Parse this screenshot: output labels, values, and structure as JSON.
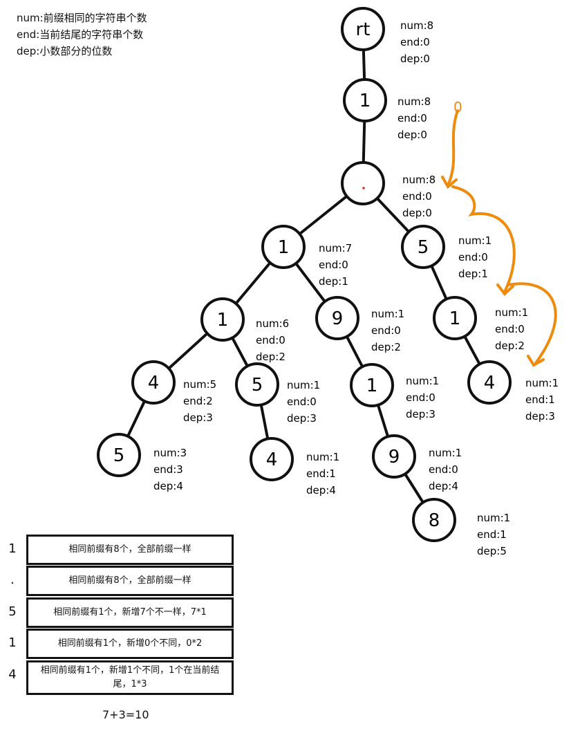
{
  "legend": [
    "num:前缀相同的字符串个数",
    "end:当前结尾的字符串个数",
    "dep:小数部分的位数"
  ],
  "nodes": [
    {
      "id": "rt",
      "label": "rt",
      "info": [
        "num:8",
        "end:0",
        "dep:0"
      ]
    },
    {
      "id": "n1",
      "label": "1",
      "info": [
        "num:8",
        "end:0",
        "dep:0"
      ]
    },
    {
      "id": "dot",
      "label": ".",
      "info": [
        "num:8",
        "end:0",
        "dep:0"
      ]
    },
    {
      "id": "n1b",
      "label": "1",
      "info": [
        "num:7",
        "end:0",
        "dep:1"
      ]
    },
    {
      "id": "n5a",
      "label": "5",
      "info": [
        "num:1",
        "end:0",
        "dep:1"
      ]
    },
    {
      "id": "n1c",
      "label": "1",
      "info": [
        "num:6",
        "end:0",
        "dep:2"
      ]
    },
    {
      "id": "n9a",
      "label": "9",
      "info": [
        "num:1",
        "end:0",
        "dep:2"
      ]
    },
    {
      "id": "n1d",
      "label": "1",
      "info": [
        "num:1",
        "end:0",
        "dep:2"
      ]
    },
    {
      "id": "n4a",
      "label": "4",
      "info": [
        "num:5",
        "end:2",
        "dep:3"
      ]
    },
    {
      "id": "n5b",
      "label": "5",
      "info": [
        "num:1",
        "end:0",
        "dep:3"
      ]
    },
    {
      "id": "n1e",
      "label": "1",
      "info": [
        "num:1",
        "end:0",
        "dep:3"
      ]
    },
    {
      "id": "n4b",
      "label": "4",
      "info": [
        "num:1",
        "end:1",
        "dep:3"
      ]
    },
    {
      "id": "n5c",
      "label": "5",
      "info": [
        "num:3",
        "end:3",
        "dep:4"
      ]
    },
    {
      "id": "n4c",
      "label": "4",
      "info": [
        "num:1",
        "end:1",
        "dep:4"
      ]
    },
    {
      "id": "n9b",
      "label": "9",
      "info": [
        "num:1",
        "end:0",
        "dep:4"
      ]
    },
    {
      "id": "n8",
      "label": "8",
      "info": [
        "num:1",
        "end:1",
        "dep:5"
      ]
    }
  ],
  "edges": [
    [
      "rt",
      "n1"
    ],
    [
      "n1",
      "dot"
    ],
    [
      "dot",
      "n1b"
    ],
    [
      "dot",
      "n5a"
    ],
    [
      "n1b",
      "n1c"
    ],
    [
      "n1b",
      "n9a"
    ],
    [
      "n5a",
      "n1d"
    ],
    [
      "n1c",
      "n4a"
    ],
    [
      "n1c",
      "n5b"
    ],
    [
      "n9a",
      "n1e"
    ],
    [
      "n1d",
      "n4b"
    ],
    [
      "n4a",
      "n5c"
    ],
    [
      "n5b",
      "n4c"
    ],
    [
      "n1e",
      "n9b"
    ],
    [
      "n9b",
      "n8"
    ]
  ],
  "path_label": "0",
  "colors": {
    "ink": "#111111",
    "accent": "#ee8a0c",
    "dot": "#d0342c"
  },
  "table": [
    {
      "key": "1",
      "text": "相同前缀有8个，全部前缀一样"
    },
    {
      "key": ".",
      "text": "相同前缀有8个，全部前缀一样"
    },
    {
      "key": "5",
      "text": "相同前缀有1个，新增7个不一样，7*1"
    },
    {
      "key": "1",
      "text": "相同前缀有1个，新增0个不同，0*2"
    },
    {
      "key": "4",
      "text": "相同前缀有1个，新增1个不同，1个在当前结尾，1*3"
    }
  ],
  "total": "7+3=10"
}
